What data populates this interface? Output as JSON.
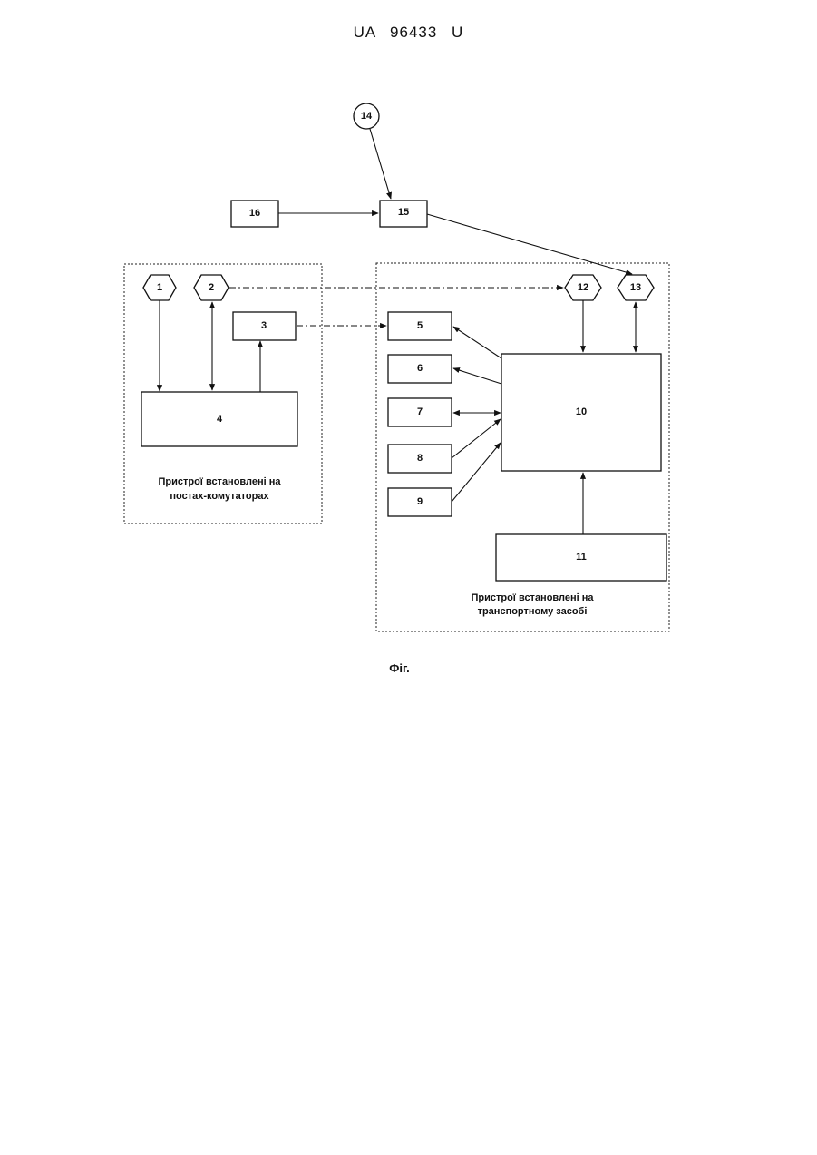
{
  "header": {
    "doc_number": "UA   96433   U"
  },
  "diagram": {
    "nodes": {
      "n1": "1",
      "n2": "2",
      "n3": "3",
      "n4": "4",
      "n5": "5",
      "n6": "6",
      "n7": "7",
      "n8": "8",
      "n9": "9",
      "n10": "10",
      "n11": "11",
      "n12": "12",
      "n13": "13",
      "n14": "14",
      "n15": "15",
      "n16": "16"
    },
    "group_left": {
      "caption_line1": "Пристрої встановлені на",
      "caption_line2": "постах-комутаторах"
    },
    "group_right": {
      "caption_line1": "Пристрої встановлені на",
      "caption_line2": "транспортному засобі"
    }
  },
  "figure": {
    "caption": "Фіг."
  }
}
